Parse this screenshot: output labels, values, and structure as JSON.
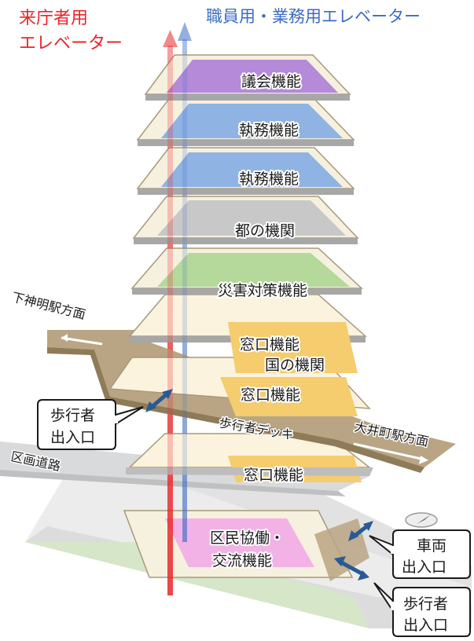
{
  "labels": {
    "visitor_elevator_line1": "来庁者用",
    "visitor_elevator_line2": "エレベーター",
    "staff_elevator": "職員用・業務用エレベーター"
  },
  "floors": {
    "f_assembly": "議会機能",
    "f_exec_upper": "執務機能",
    "f_exec_lower": "執務機能",
    "f_metro": "都の機関",
    "f_disaster": "災害対策機能",
    "f_window_3": "窓口機能",
    "f_national": "国の機関",
    "f_window_2": "窓口機能",
    "f_window_1": "窓口機能",
    "f_ground_line1": "区民協働・",
    "f_ground_line2": "交流機能"
  },
  "places": {
    "shimoshinmei": "下神明駅方面",
    "ooimachi": "大井町駅方面",
    "deck": "歩行者デッキ",
    "ward_road": "区画道路"
  },
  "entrances": {
    "ped_left_line1": "歩行者",
    "ped_left_line2": "出入口",
    "vehicle_line1": "車両",
    "vehicle_line2": "出入口",
    "ped_right_line1": "歩行者",
    "ped_right_line2": "出入口"
  },
  "colors": {
    "visitor_elevator": "#e8262a",
    "staff_elevator": "#3b6cc4",
    "assembly": "#b48ad9",
    "executive": "#8fb3e3",
    "metro": "#c8c8c8",
    "disaster": "#b5d89b",
    "window": "#f5cc6e",
    "community": "#f2b2e6",
    "deck": "#b9a583",
    "arrow": "#2a5a94"
  }
}
